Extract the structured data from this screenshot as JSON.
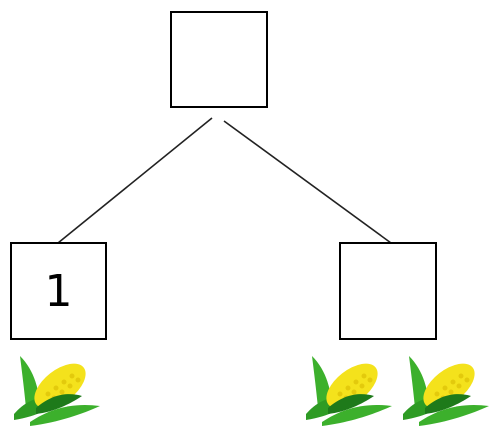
{
  "diagram": {
    "top_box": {
      "value": ""
    },
    "left_box": {
      "value": "1",
      "corn_count": 1
    },
    "right_box": {
      "value": "",
      "corn_count": 2
    },
    "icon": "corn-icon",
    "colors": {
      "kernel": "#f4e21c",
      "kernel_shade": "#d6b800",
      "husk": "#3cb02c",
      "husk_dark": "#1e7a1a"
    }
  }
}
